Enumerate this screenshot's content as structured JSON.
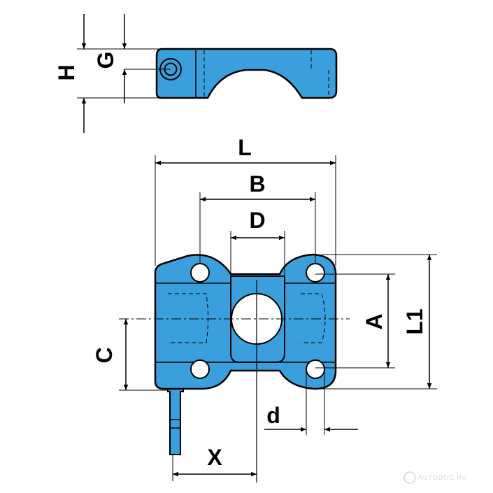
{
  "diagram": {
    "labels": {
      "H": "H",
      "G": "G",
      "L": "L",
      "B": "B",
      "D": "D",
      "A": "A",
      "L1": "L1",
      "C": "C",
      "d": "d",
      "X": "X"
    },
    "colors": {
      "part_fill": "#3a9fdc",
      "outline": "#000000",
      "background": "#ffffff"
    },
    "watermark": "AUTODOC.RU"
  }
}
